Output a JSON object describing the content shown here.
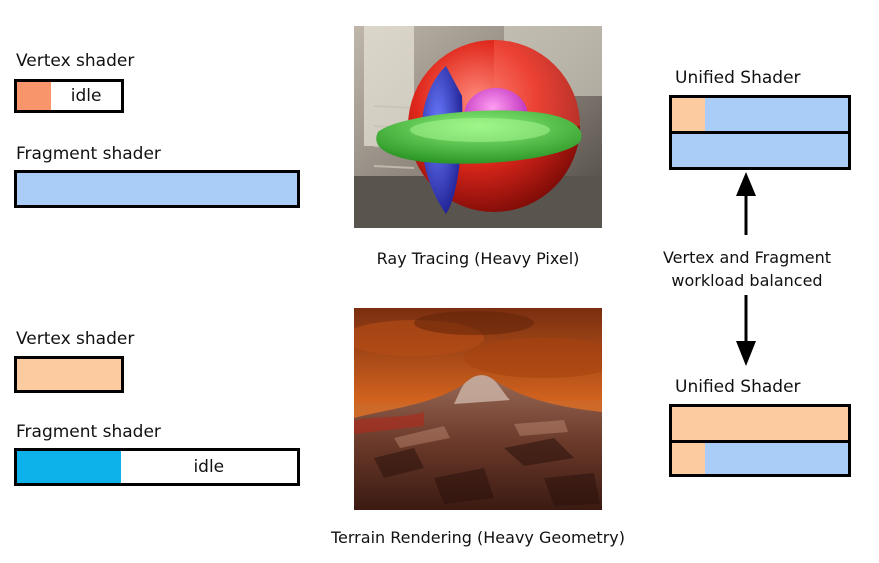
{
  "colors": {
    "vertex_busy": "#f9956b",
    "vertex_light": "#fdcba0",
    "fragment_light": "#a9cdf7",
    "fragment_busy": "#0eb2eb"
  },
  "top_scenario": {
    "vertex_label": "Vertex shader",
    "vertex_utilization": 0.33,
    "vertex_idle": "idle",
    "fragment_label": "Fragment shader",
    "fragment_utilization": 1.0,
    "image_icon": "ray-traced-sphere-image",
    "caption": "Ray Tracing (Heavy Pixel)",
    "unified_label": "Unified Shader",
    "unified_row1_vertex_fraction": 0.19,
    "unified_row2_vertex_fraction": 0
  },
  "bottom_scenario": {
    "vertex_label": "Vertex shader",
    "vertex_utilization": 1.0,
    "fragment_label": "Fragment shader",
    "fragment_utilization": 0.37,
    "fragment_idle": "idle",
    "image_icon": "terrain-mountain-image",
    "caption": "Terrain Rendering (Heavy Geometry)",
    "unified_label": "Unified Shader",
    "unified_row1_vertex_fraction": 1.0,
    "unified_row2_vertex_fraction": 0.19
  },
  "balance_note": {
    "line1": "Vertex and Fragment",
    "line2": "workload balanced"
  }
}
